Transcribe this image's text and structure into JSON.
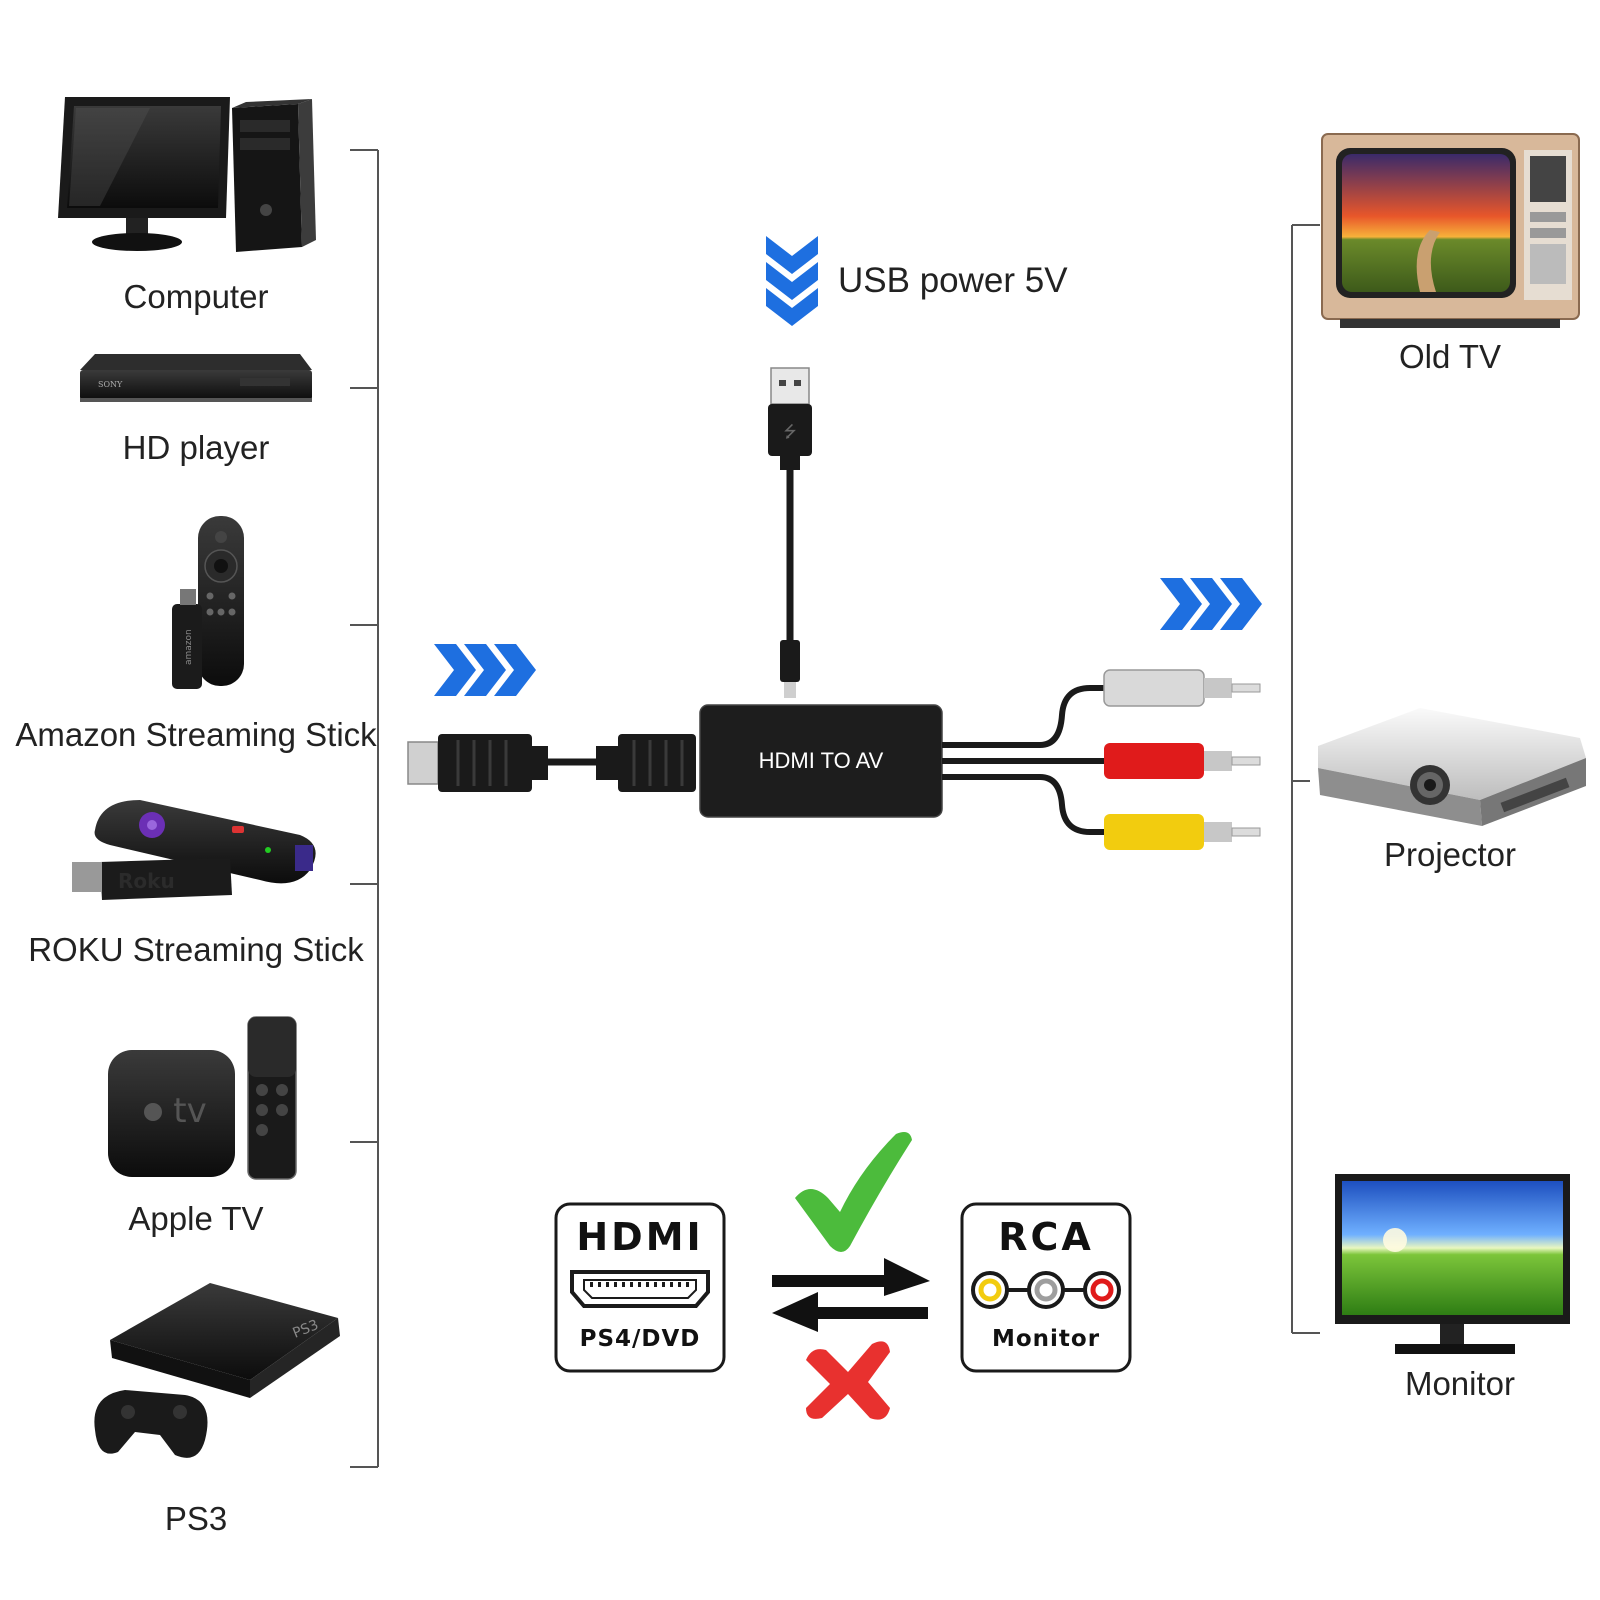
{
  "sources": {
    "computer": "Computer",
    "hd_player": "HD player",
    "amazon": "Amazon Streaming Stick",
    "roku": "ROKU Streaming Stick",
    "apple_tv": "Apple TV",
    "ps3": "PS3"
  },
  "outputs": {
    "old_tv": "Old TV",
    "projector": "Projector",
    "monitor": "Monitor"
  },
  "power": {
    "label": "USB power 5V"
  },
  "adapter": {
    "label": "HDMI TO AV"
  },
  "direction": {
    "left_box": {
      "title": "HDMI",
      "subtitle": "PS4/DVD"
    },
    "right_box": {
      "title": "RCA",
      "subtitle": "Monitor"
    },
    "forward": "supported",
    "reverse": "not supported"
  },
  "device_marks": {
    "sony": "SONY",
    "amazon": "amazon",
    "roku": "Roku",
    "apple_tv": "tv",
    "ps3": "PS3"
  },
  "colors": {
    "arrow_blue": "#1e6fe0",
    "check_green": "#4cbb3c",
    "cross_red": "#e8312f",
    "rca_white": "#d9d9d9",
    "rca_red": "#e01b1b",
    "rca_yellow": "#f2cc0f"
  }
}
